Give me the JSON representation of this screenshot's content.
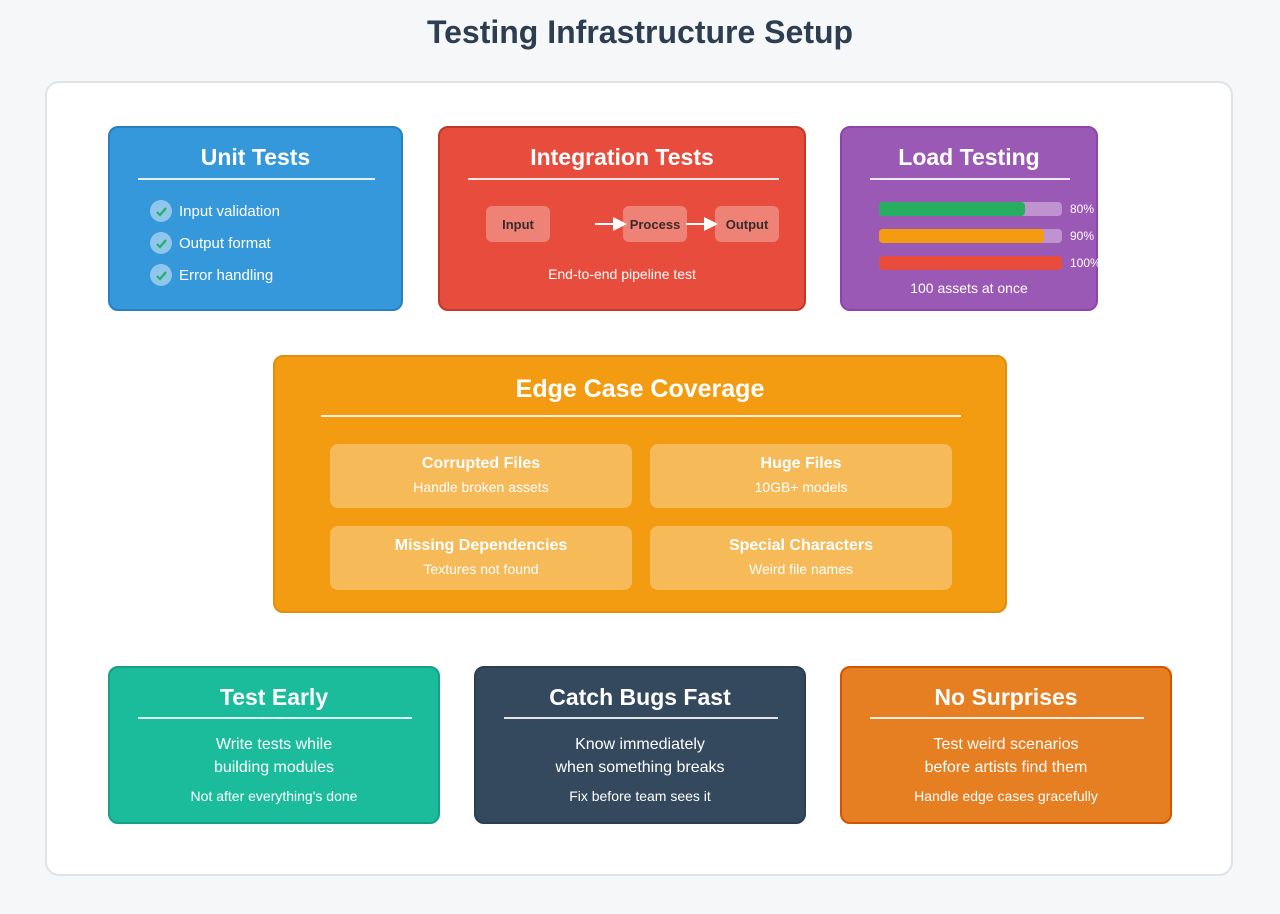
{
  "title": "Testing Infrastructure Setup",
  "unit_tests": {
    "title": "Unit Tests",
    "items": [
      "Input validation",
      "Output format",
      "Error handling"
    ]
  },
  "integration_tests": {
    "title": "Integration Tests",
    "nodes": [
      "Input",
      "Process",
      "Output"
    ],
    "caption": "End-to-end pipeline test"
  },
  "load_testing": {
    "title": "Load Testing",
    "bars": [
      {
        "label": "80%",
        "value": 80,
        "color": "#27ae60"
      },
      {
        "label": "90%",
        "value": 90,
        "color": "#f39c12"
      },
      {
        "label": "100%",
        "value": 100,
        "color": "#e74c3c"
      }
    ],
    "caption": "100 assets at once"
  },
  "edge_cases": {
    "title": "Edge Case Coverage",
    "items": [
      {
        "title": "Corrupted Files",
        "subtitle": "Handle broken assets"
      },
      {
        "title": "Huge Files",
        "subtitle": "10GB+ models"
      },
      {
        "title": "Missing Dependencies",
        "subtitle": "Textures not found"
      },
      {
        "title": "Special Characters",
        "subtitle": "Weird file names"
      }
    ]
  },
  "benefits": [
    {
      "title": "Test Early",
      "line1": "Write tests while",
      "line2": "building modules",
      "note": "Not after everything's done"
    },
    {
      "title": "Catch Bugs Fast",
      "line1": "Know immediately",
      "line2": "when something breaks",
      "note": "Fix before team sees it"
    },
    {
      "title": "No Surprises",
      "line1": "Test weird scenarios",
      "line2": "before artists find them",
      "note": "Handle edge cases gracefully"
    }
  ],
  "colors": {
    "unit": "#3498db",
    "integration": "#e74c3c",
    "load": "#9b59b6",
    "edge": "#f39c12",
    "test_early": "#1abc9c",
    "catch_bugs": "#34495e",
    "no_surprises": "#e67e22"
  }
}
